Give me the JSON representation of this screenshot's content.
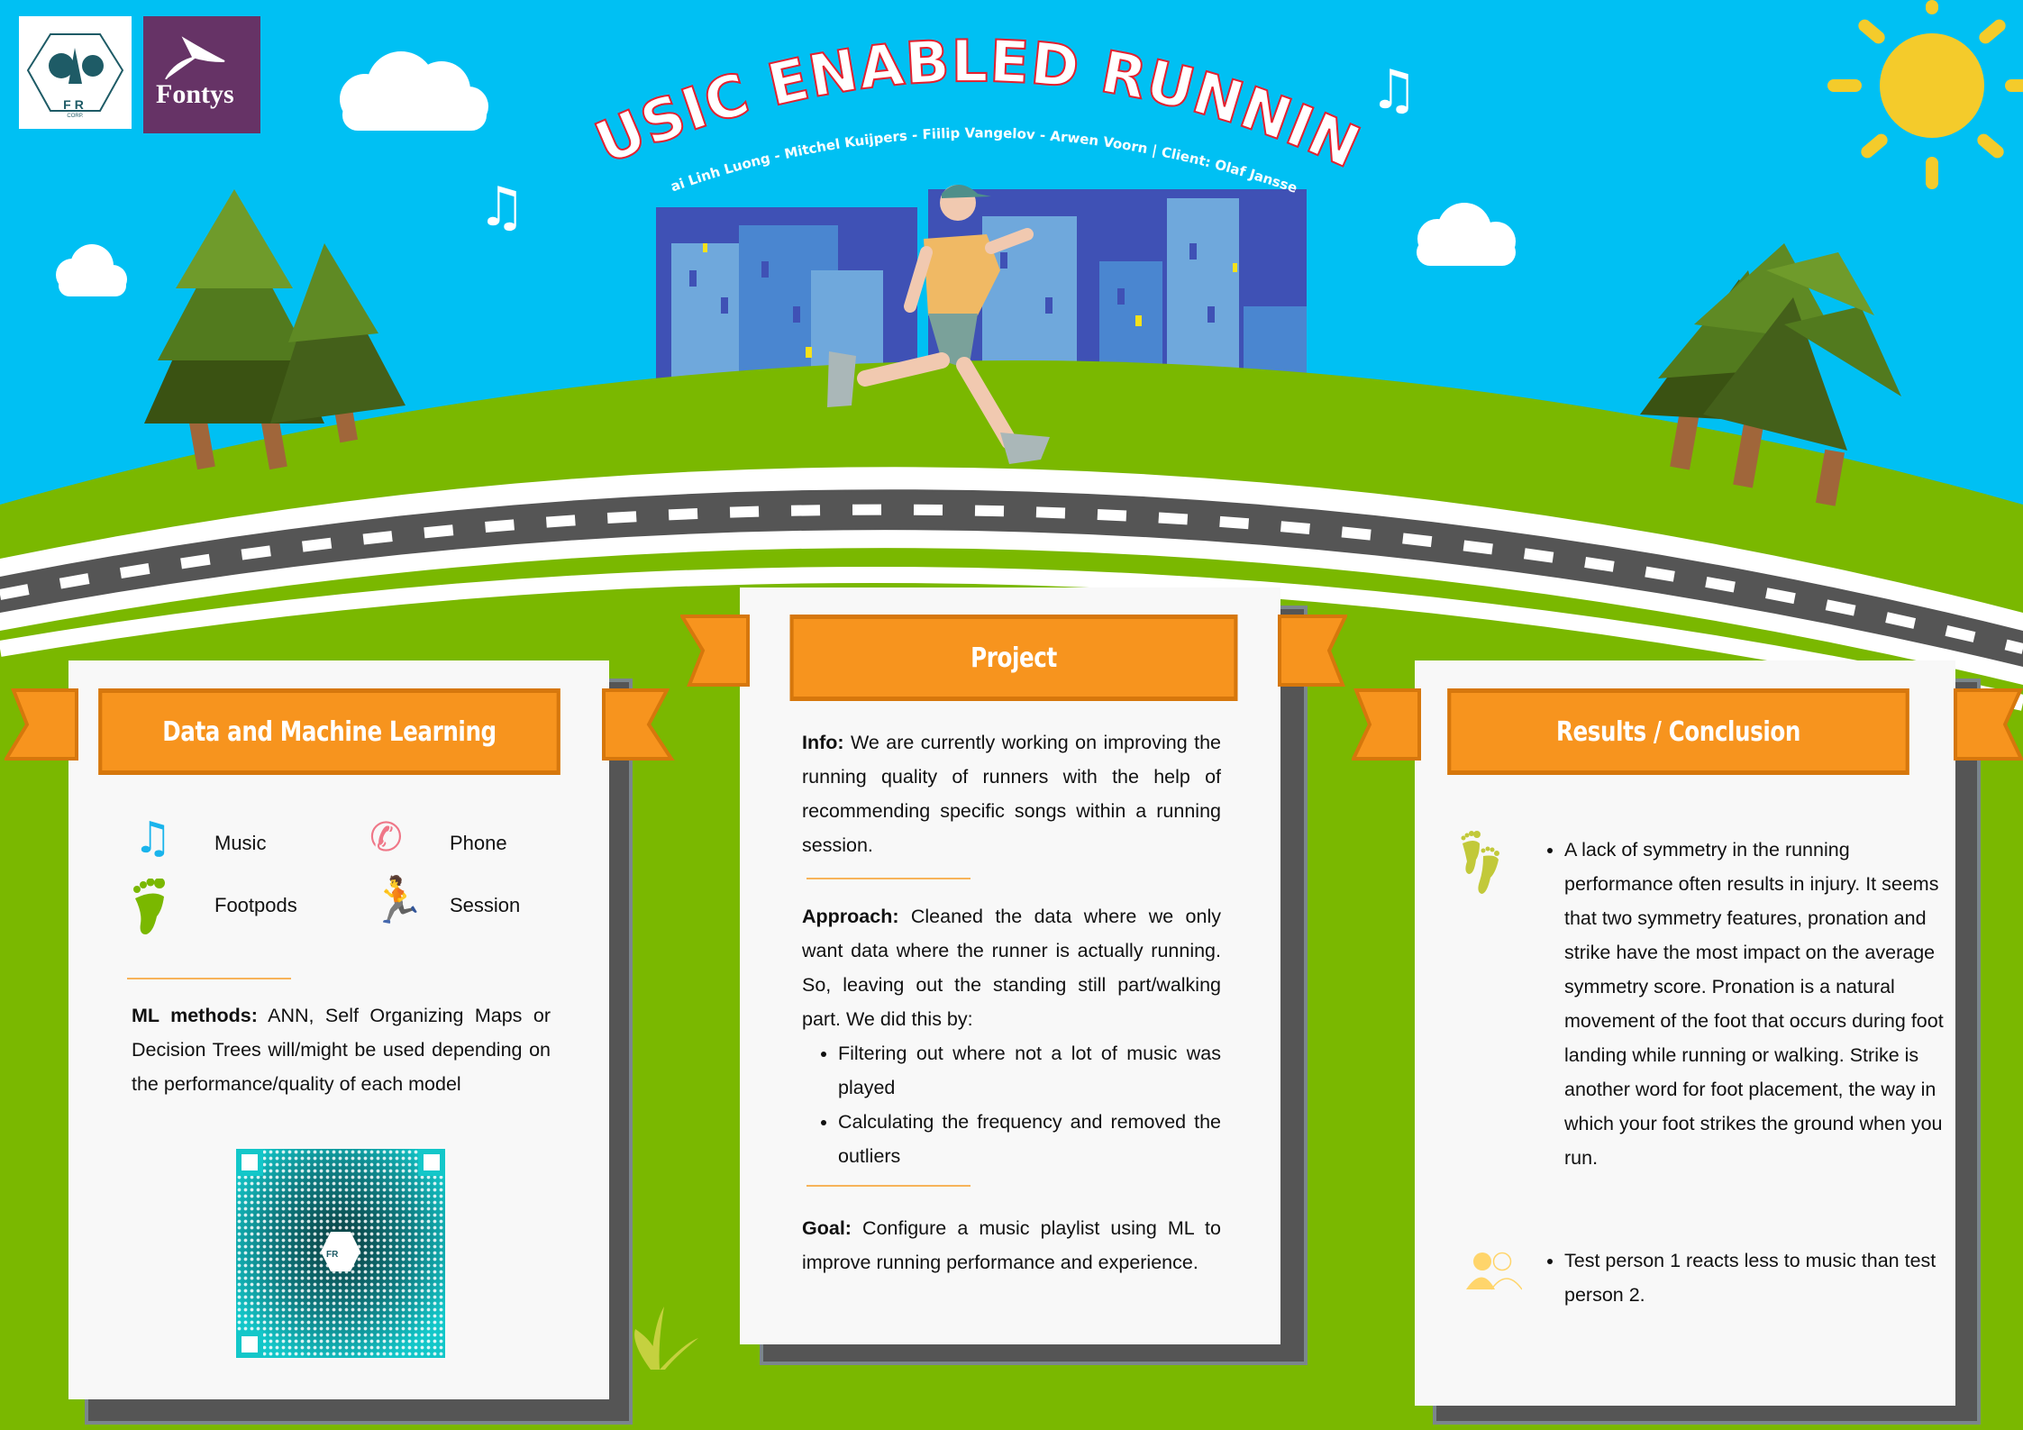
{
  "header": {
    "title": "MUSIC ENABLED RUNNING",
    "authors": "Mai Linh Luong - Mitchel Kuijpers - Fiilip Vangelov - Arwen Voorn  |  Client: Olaf Janssen",
    "logos": {
      "fr_corp": {
        "text": "FR",
        "subtext": "CORP."
      },
      "fontys": {
        "text": "Fontys"
      }
    }
  },
  "colors": {
    "sky": "#00c0f3",
    "grass": "#7ab800",
    "ribbon": "#f7941e",
    "ribbon_border": "#d6770c",
    "panel": "#f8f8f8",
    "panel_shadow": "#555555",
    "sun": "#f4cb2b",
    "road": "#555555"
  },
  "panels": {
    "data_ml": {
      "title": "Data and Machine Learning",
      "icons": [
        {
          "icon": "music-notes-icon",
          "label": "Music"
        },
        {
          "icon": "phone-icon",
          "label": "Phone"
        },
        {
          "icon": "footprint-icon",
          "label": "Footpods"
        },
        {
          "icon": "running-person-icon",
          "label": "Session"
        }
      ],
      "ml_label": "ML methods:",
      "ml_text": " ANN, Self Organizing Maps or Decision Trees will/might be used depending on the performance/quality of each model",
      "qr_label": "FR"
    },
    "project": {
      "title": "Project",
      "info_label": "Info:",
      "info_text": " We are currently working on improving the running quality of runners with the help of recommending specific songs within a running session.",
      "approach_label": "Approach:",
      "approach_text": " Cleaned the data where we only want data where the runner is actually running. So, leaving out the standing still part/walking part. We did this by:",
      "approach_bullets": [
        "Filtering out where not a lot of music was played",
        "Calculating the frequency and removed the outliers"
      ],
      "goal_label": "Goal:",
      "goal_text": " Configure a music playlist using ML to improve running performance and experience."
    },
    "results": {
      "title": "Results / Conclusion",
      "items": [
        {
          "icon": "footprints-icon",
          "text": "A lack of symmetry in the running performance often results in injury. It seems that two symmetry features, pronation and strike have the most impact on the average symmetry score. Pronation is a natural movement of the foot that occurs during foot landing while running or walking. Strike is another word for foot placement, the way in which your foot strikes the ground when you run."
        },
        {
          "icon": "two-persons-icon",
          "text": "Test person 1 reacts less to music than test person 2."
        }
      ]
    }
  }
}
